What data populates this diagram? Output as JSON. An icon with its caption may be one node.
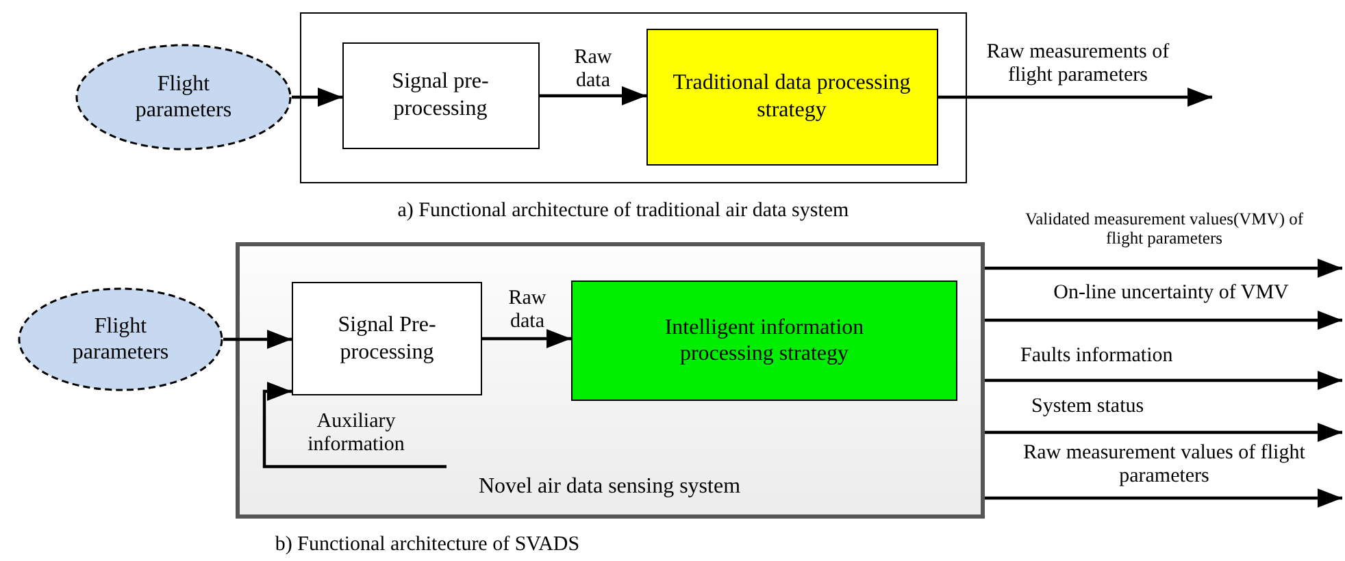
{
  "diagram": {
    "nodes": [
      {
        "text": [],
        "shape": "box",
        "beside": [
          "a) Functional architecture of traditional air data system"
        ]
      },
      {
        "text": [
          "Flight parameters"
        ]
      },
      {
        "text": [
          "Signal pre-processing"
        ],
        "in": 0
      },
      {
        "text": [
          "Traditional data processing strategy"
        ],
        "in": 0
      },
      {
        "text": [
          "Novel air data sensing system"
        ],
        "beside": [
          "b) Functional architecture of SVADS"
        ]
      },
      {
        "text": [
          "Flight parameters"
        ]
      },
      {
        "text": [
          "Signal Pre-processing"
        ],
        "in": 4
      },
      {
        "text": [
          "Intelligent information processing strategy"
        ],
        "in": 4
      }
    ],
    "edges": [
      {
        "from": 1,
        "to": 2,
        "arrow": "to"
      },
      {
        "from": 2,
        "to": 3,
        "arrow": "to",
        "label": "Raw data"
      },
      {
        "from": 3,
        "to": null,
        "arrow": "to",
        "label": "Raw measurements of flight parameters"
      },
      {
        "from": 5,
        "to": 6,
        "arrow": "to"
      },
      {
        "from": 6,
        "to": 7,
        "arrow": "to",
        "label": "Raw data"
      },
      {
        "from": null,
        "to": 6,
        "arrow": "to",
        "label": "Auxiliary information"
      },
      {
        "from": 4,
        "to": null,
        "arrow": "to",
        "label": "Validated measurement values(VMV) of flight parameters"
      },
      {
        "from": 4,
        "to": null,
        "arrow": "to",
        "label": "On-line uncertainty of VMV"
      },
      {
        "from": 4,
        "to": null,
        "arrow": "to",
        "label": "Faults information"
      },
      {
        "from": 4,
        "to": null,
        "arrow": "to",
        "label": "System status"
      },
      {
        "from": 4,
        "to": null,
        "arrow": "to",
        "label": "Raw measurement values of flight parameters"
      }
    ]
  }
}
